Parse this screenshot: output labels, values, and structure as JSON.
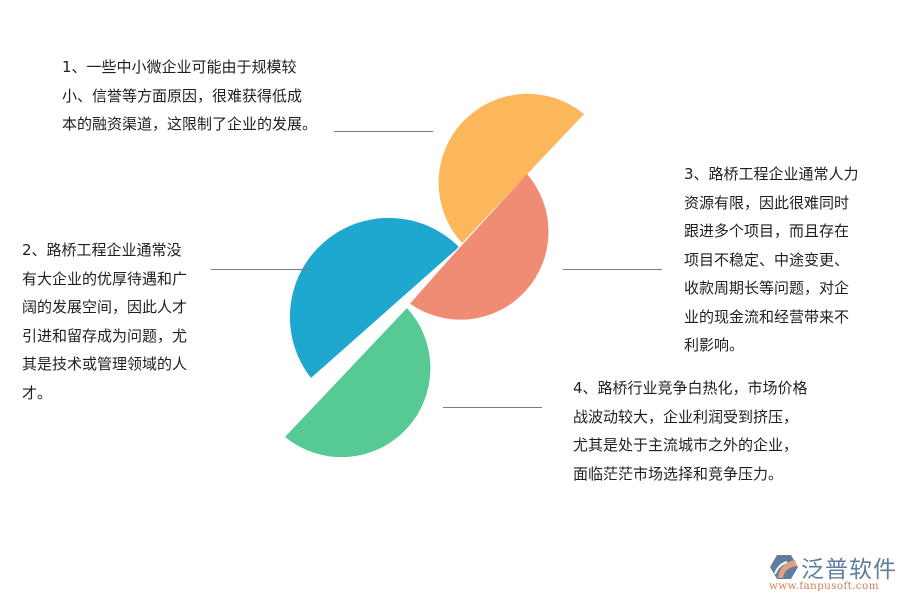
{
  "diagram": {
    "items": [
      {
        "id": 1,
        "color": "#fbb75a",
        "lines": [
          "1、一些中小微企业可能由于规模较",
          "小、信誉等方面原因，很难获得低成",
          "本的融资渠道，这限制了企业的发展。"
        ]
      },
      {
        "id": 2,
        "color": "#1ea8d0",
        "lines": [
          "2、路桥工程企业通常没",
          "有大企业的优厚待遇和广",
          "阔的发展空间，因此人才",
          "引进和留存成为问题，尤",
          "其是技术或管理领域的人",
          "才。"
        ]
      },
      {
        "id": 3,
        "color": "#f08b74",
        "lines": [
          "3、路桥工程企业通常人力",
          "资源有限，因此很难同时",
          "跟进多个项目，而且存在",
          "项目不稳定、中途变更、",
          "收款周期长等问题，对企",
          "业的现金流和经营带来不",
          "利影响。"
        ]
      },
      {
        "id": 4,
        "color": "#57c995",
        "lines": [
          "4、路桥行业竞争白热化，市场价格",
          "战波动较大，企业利润受到挤压，",
          "尤其是处于主流城市之外的企业，",
          "面临茫茫市场选择和竞争压力。"
        ]
      }
    ]
  },
  "logo": {
    "brand": "泛普软件",
    "url": "www.fanpusoft.com",
    "brand_color": "#5f7d9e",
    "url_color": "#d8805a"
  }
}
